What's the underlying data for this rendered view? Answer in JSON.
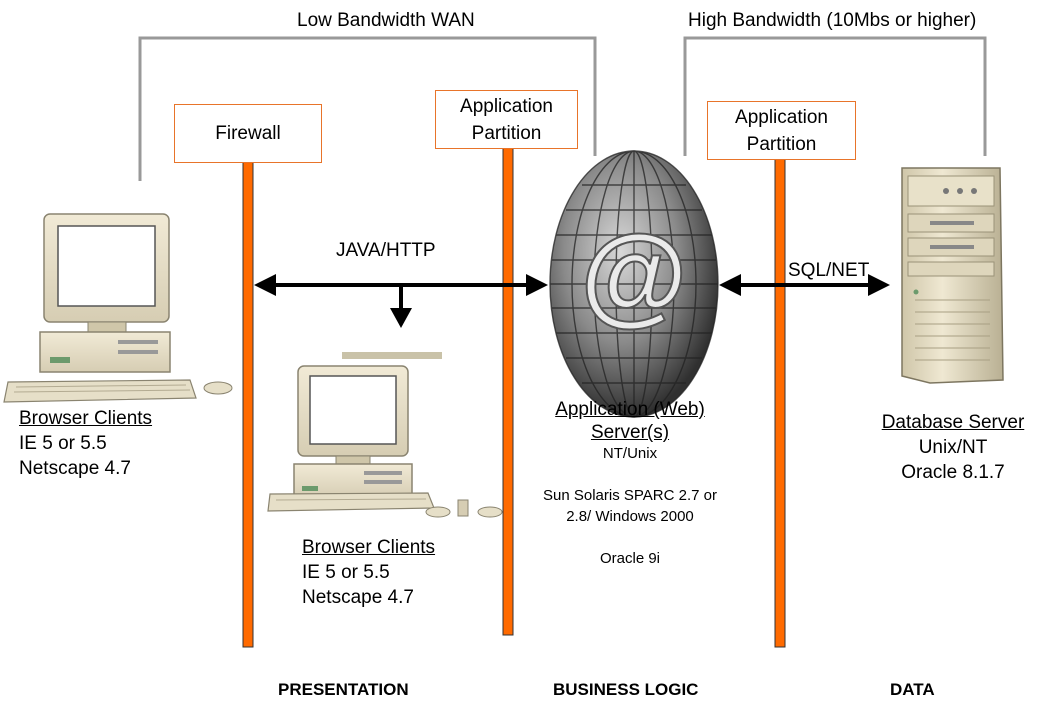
{
  "links": {
    "low_bandwidth": "Low  Bandwidth WAN",
    "high_bandwidth": "High Bandwidth (10Mbs or higher)"
  },
  "boxes": {
    "firewall": "Firewall",
    "app_partition_1_line1": "Application",
    "app_partition_1_line2": "Partition",
    "app_partition_2_line1": "Application",
    "app_partition_2_line2": "Partition"
  },
  "protocols": {
    "java_http": "JAVA/HTTP",
    "sql_net": "SQL/NET"
  },
  "clients_left": {
    "title": "Browser Clients",
    "line1": "IE 5 or 5.5",
    "line2": "Netscape 4.7"
  },
  "clients_center": {
    "title": "Browser Clients",
    "line1": "IE 5 or 5.5",
    "line2": "Netscape 4.7"
  },
  "app_server": {
    "title_line1": "Application (Web)",
    "title_line2": "Server(s)",
    "os": "NT/Unix",
    "platform_line1": "Sun Solaris SPARC 2.7 or",
    "platform_line2": "2.8/ Windows 2000",
    "software": "Oracle 9i",
    "globe_symbol": "@"
  },
  "db_server": {
    "title": "Database Server",
    "os": "Unix/NT",
    "software": "Oracle 8.1.7"
  },
  "tiers": {
    "presentation": "PRESENTATION",
    "business": "BUSINESS LOGIC",
    "data": "DATA"
  },
  "colors": {
    "partition_bar": "#ff6a00",
    "partition_border": "#e8742a",
    "bracket": "#999999",
    "arrow": "#000000"
  },
  "icons": {
    "desktop_left": "desktop-computer-icon",
    "desktop_center": "desktop-computer-icon",
    "globe": "globe-at-icon",
    "server_tower": "server-tower-icon"
  }
}
